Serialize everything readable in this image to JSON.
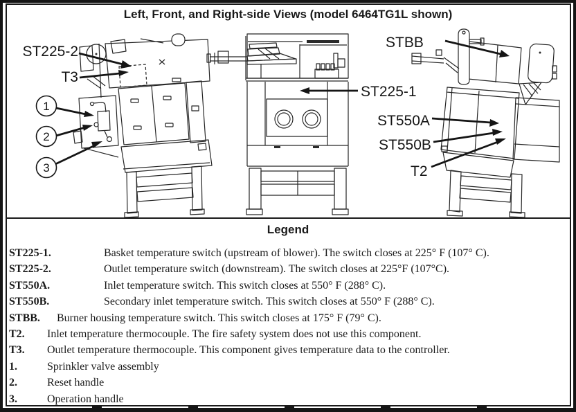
{
  "figure": {
    "title": "Left, Front, and Right-side Views (model 6464TG1L shown)"
  },
  "callouts": {
    "st225_2": "ST225-2",
    "t3": "T3",
    "num1": "1",
    "num2": "2",
    "num3": "3",
    "st225_1": "ST225-1",
    "stbb": "STBB",
    "st550a": "ST550A",
    "st550b": "ST550B",
    "t2": "T2"
  },
  "legend": {
    "heading": "Legend",
    "rows": [
      {
        "key": "ST225-1.",
        "text": "Basket temperature switch (upstream of blower). The switch closes at 225° F (107° C)."
      },
      {
        "key": "ST225-2.",
        "text": "Outlet temperature switch (downstream). The switch closes at 225°F (107°C)."
      },
      {
        "key": "ST550A.",
        "text": "Inlet temperature switch. This switch closes at 550° F (288° C)."
      },
      {
        "key": "ST550B.",
        "text": "Secondary inlet temperature switch. This switch closes at 550° F (288° C)."
      },
      {
        "key": "STBB.",
        "text": "Burner housing temperature switch. This switch closes at 175° F (79° C)."
      },
      {
        "key": "T2.",
        "text": "Inlet temperature thermocouple. The fire safety system does not use this component."
      },
      {
        "key": "T3.",
        "text": "Outlet temperature thermocouple. This component gives temperature data to the controller."
      },
      {
        "key": "1.",
        "text": "Sprinkler valve assembly"
      },
      {
        "key": "2.",
        "text": "Reset handle"
      },
      {
        "key": "3.",
        "text": "Operation handle"
      }
    ]
  },
  "colors": {
    "ink": "#1a1a1a",
    "paper": "#ffffff"
  }
}
